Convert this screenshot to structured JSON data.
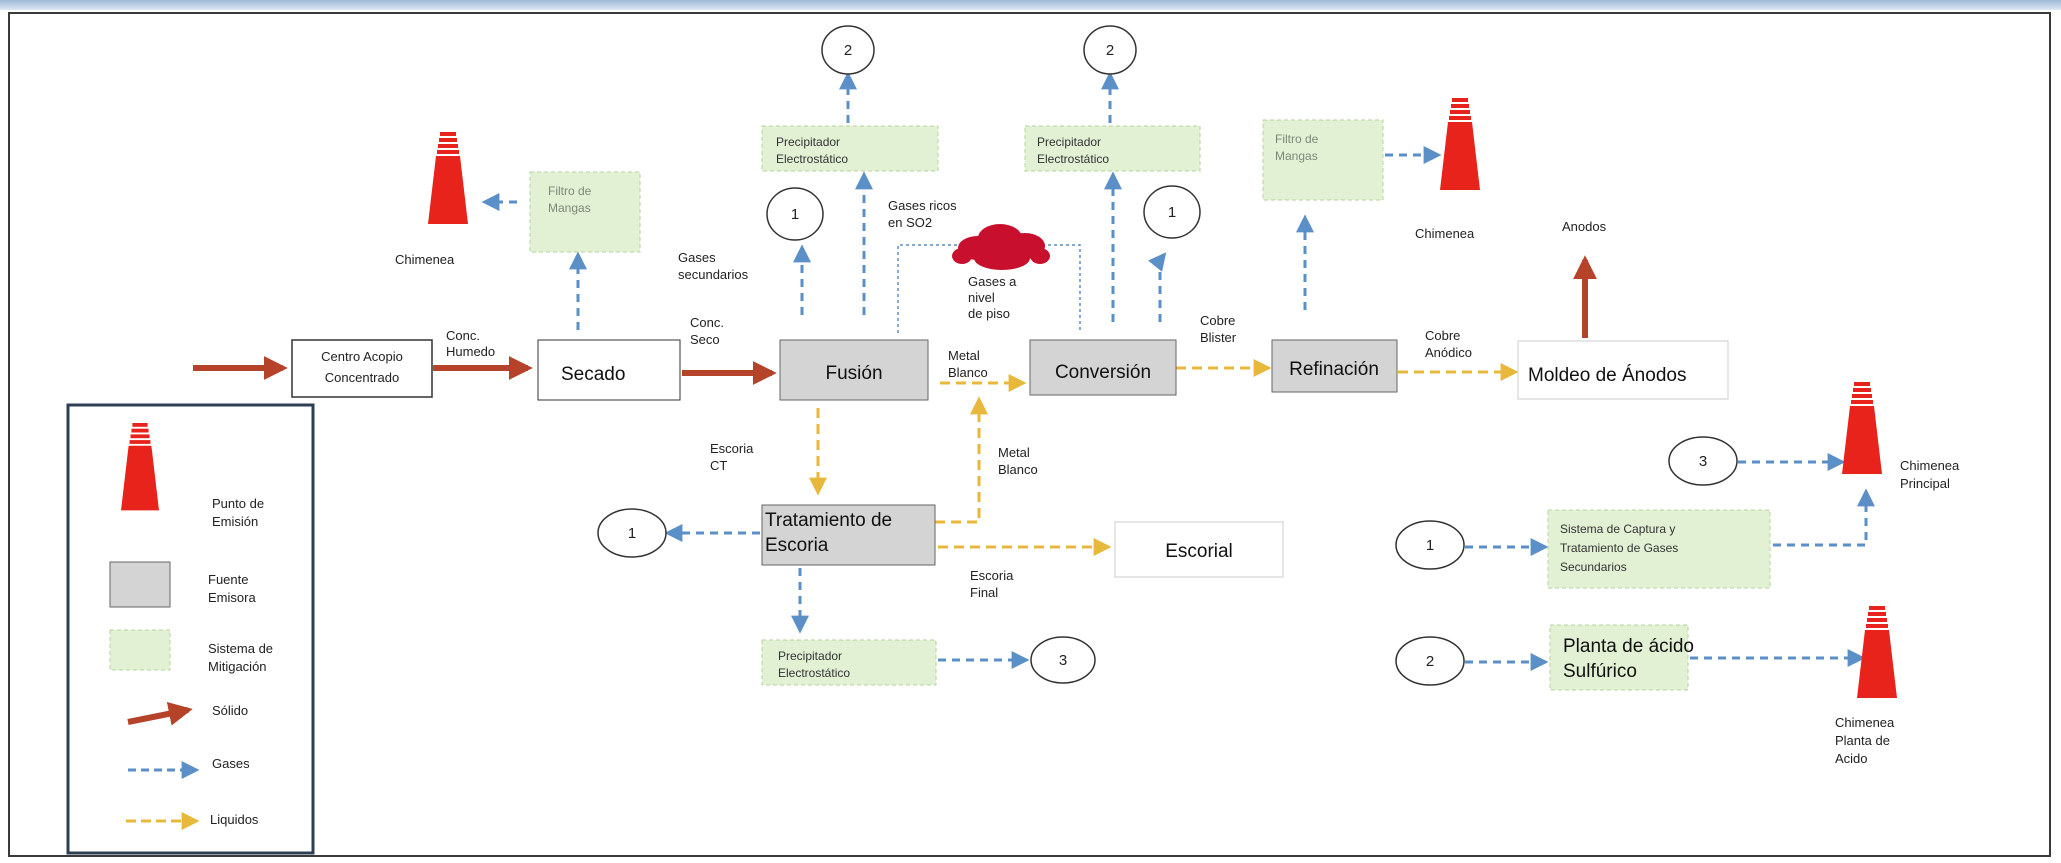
{
  "nodes": {
    "centro_acopio": [
      "Centro Acopio",
      "Concentrado"
    ],
    "secado": "Secado",
    "fusion": "Fusión",
    "conversion": "Conversión",
    "refinacion": "Refinación",
    "moldeo": "Moldeo de Ánodos",
    "tratamiento": [
      "Tratamiento de",
      "Escoria"
    ],
    "escorial": "Escorial"
  },
  "mitigation": {
    "filtro_secado": [
      "Filtro de",
      "Mangas"
    ],
    "precip_fusion": [
      "Precipitador",
      "Electrostático"
    ],
    "precip_conversion": [
      "Precipitador",
      "Electrostático"
    ],
    "filtro_refinacion": [
      "Filtro de",
      "Mangas"
    ],
    "precip_escoria": [
      "Precipitador",
      "Electrostático"
    ],
    "sistema_captura": [
      "Sistema de Captura y",
      "Tratamiento de Gases",
      "Secundarios"
    ],
    "planta_acido": [
      "Planta de ácido",
      "Sulfúrico"
    ]
  },
  "chimneys": {
    "c1": "Chimenea",
    "c2": "Chimenea",
    "c3": [
      "Chimenea",
      "Principal"
    ],
    "c4": [
      "Chimenea",
      "Planta de",
      "Acido"
    ]
  },
  "flow_labels": {
    "conc_humedo": [
      "Conc.",
      "Humedo"
    ],
    "conc_seco": [
      "Conc.",
      "Seco"
    ],
    "gases_secundarios": [
      "Gases",
      "secundarios"
    ],
    "gases_so2": [
      "Gases ricos",
      "en SO2"
    ],
    "gases_piso": [
      "Gases a",
      "nivel",
      "de piso"
    ],
    "metal_blanco_1": [
      "Metal",
      "Blanco"
    ],
    "metal_blanco_2": [
      "Metal",
      "Blanco"
    ],
    "escoria_ct": [
      "Escoria",
      "CT"
    ],
    "escoria_final": [
      "Escoria",
      "Final"
    ],
    "cobre_blister": [
      "Cobre",
      "Blister"
    ],
    "cobre_anodico": [
      "Cobre",
      "Anódico"
    ],
    "anodos": "Anodos"
  },
  "circles": {
    "c_fusion_top": "2",
    "c_conv_top": "2",
    "c_fusion_1": "1",
    "c_conv_1": "1",
    "c_escoria_1": "1",
    "c_precip_3": "3",
    "c_right_3": "3",
    "c_right_1": "1",
    "c_right_2": "2"
  },
  "legend": {
    "punto_emision": [
      "Punto de",
      "Emisión"
    ],
    "fuente_emisora": [
      "Fuente",
      "Emisora"
    ],
    "sistema_mitigacion": [
      "Sistema de",
      "Mitigación"
    ],
    "solido": "Sólido",
    "gases": "Gases",
    "liquidos": "Liquidos"
  },
  "colors": {
    "solid_arrow": "#b5432a",
    "gas_arrow": "#5b8fc7",
    "liquid_arrow": "#e8b83c",
    "chimney": "#e8231c",
    "source_fill": "#d4d4d4",
    "mitigation_fill": "#e2f0d4",
    "cloud": "#c8102e"
  }
}
